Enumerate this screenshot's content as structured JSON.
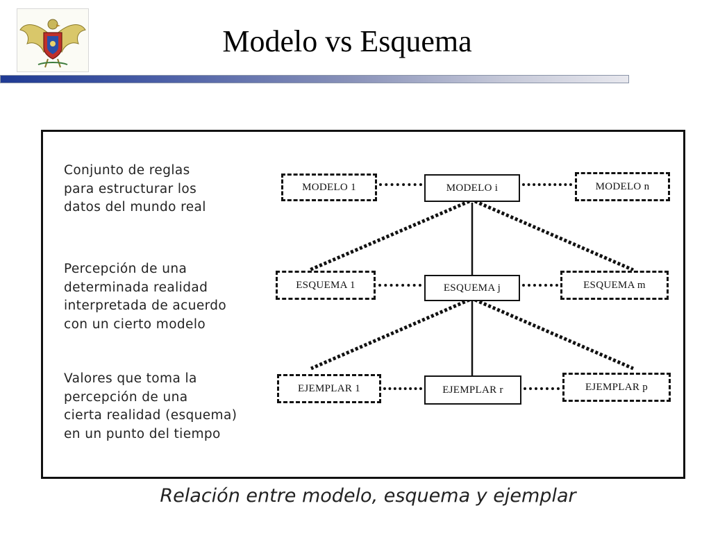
{
  "title": "Modelo vs Esquema",
  "caption": "Relación entre modelo, esquema y ejemplar",
  "descriptions": {
    "modelo": "Conjunto de reglas\npara estructurar los\ndatos del mundo real",
    "esquema": "Percepción de una\ndeterminada realidad\ninterpretada de acuerdo\ncon un cierto modelo",
    "ejemplar": "Valores que toma la\npercepción de una\ncierta realidad (esquema)\nen un punto del tiempo"
  },
  "levels": {
    "modelo": {
      "left": "MODELO 1",
      "center": "MODELO i",
      "right": "MODELO n"
    },
    "esquema": {
      "left": "ESQUEMA 1",
      "center": "ESQUEMA j",
      "right": "ESQUEMA m"
    },
    "ejemplar": {
      "left": "EJEMPLAR 1",
      "center": "EJEMPLAR  r",
      "right": "EJEMPLAR  p"
    }
  },
  "colors": {
    "header_bar_start": "#1f3a93",
    "header_bar_end": "#e8e8ee",
    "ink": "#111111"
  },
  "logo_icon": "eagle-crest-icon"
}
